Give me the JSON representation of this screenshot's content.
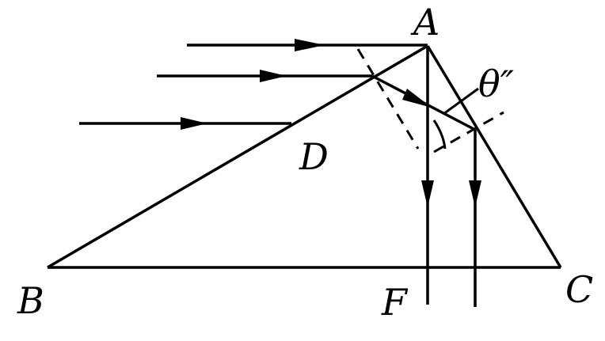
{
  "labels": {
    "A": "A",
    "B": "B",
    "C": "C",
    "D": "D",
    "F": "F",
    "theta": "θ″"
  },
  "colors": {
    "stroke": "#000000",
    "background": "#ffffff"
  }
}
